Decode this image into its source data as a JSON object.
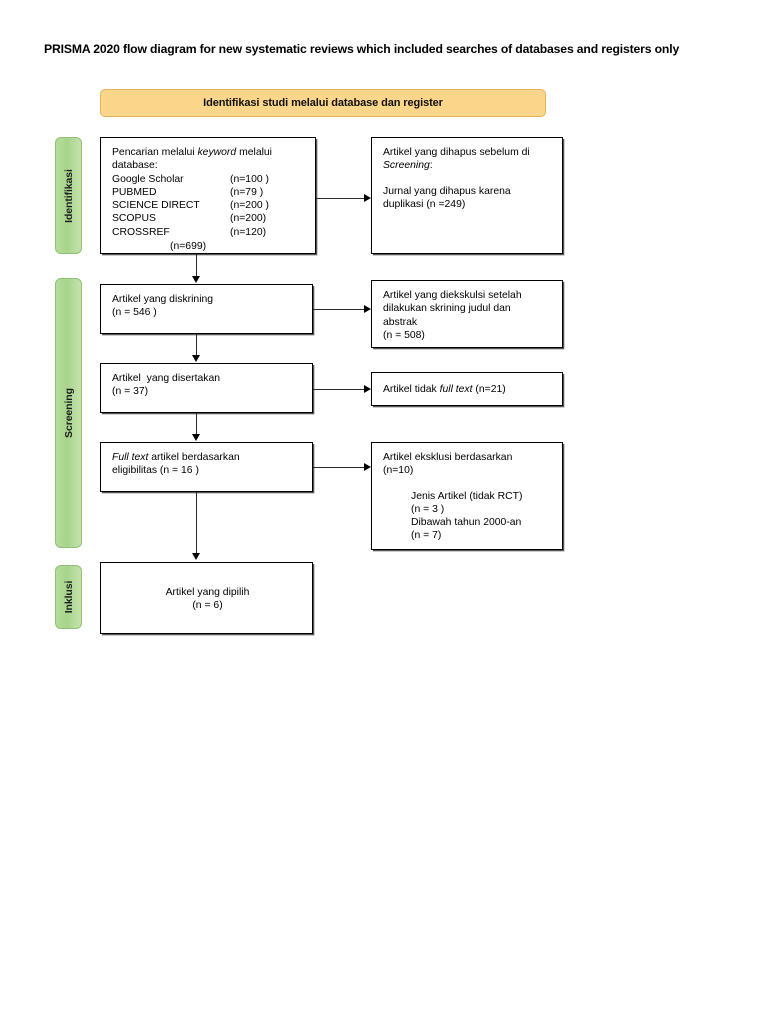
{
  "page": {
    "title": "PRISMA 2020 flow diagram for new systematic reviews which included searches of databases and registers only"
  },
  "banner": {
    "label": "Identifikasi studi melalui database dan register",
    "fill_color": "#fbd589",
    "border_color": "#e3b45c"
  },
  "stages": [
    {
      "name": "identifikasi",
      "label": "Identifikasi",
      "color": "#a8d48c"
    },
    {
      "name": "screening",
      "label": "Screening",
      "color": "#a8d48c"
    },
    {
      "name": "inklusi",
      "label": "Inklusi",
      "color": "#a8d48c"
    }
  ],
  "identification_box": {
    "heading_line1_a": "Pencarian melalui ",
    "heading_line1_italic": "keyword",
    "heading_line1_b": " melalui",
    "heading_line2": "database:",
    "databases": [
      {
        "name": "Google Scholar",
        "count": "(n=100 )"
      },
      {
        "name": "PUBMED",
        "count": "(n=79  )"
      },
      {
        "name": "SCIENCE DIRECT",
        "count": "(n=200 )"
      },
      {
        "name": "SCOPUS",
        "count": "(n=200)"
      },
      {
        "name": "CROSSREF",
        "count": "(n=120)"
      }
    ],
    "total": "(n=699)"
  },
  "removed_box": {
    "line1": "Artikel yang dihapus sebelum di",
    "line2_italic": "Screening",
    "line2_suffix": ":",
    "line3": "Jurnal yang dihapus karena",
    "line4": "duplikasi (n =249)"
  },
  "screened_box": {
    "line1": "Artikel yang diskrining",
    "line2": "(n = 546 )"
  },
  "excluded_screen_box": {
    "line1": "Artikel yang diekskulsi setelah",
    "line2": "dilakukan skrining judul dan",
    "line3": "abstrak",
    "line4": "(n = 508)"
  },
  "included_retrieval_box": {
    "line1": "Artikel  yang disertakan",
    "line2": "(n = 37)"
  },
  "no_fulltext_box": {
    "prefix": "Artikel tidak ",
    "italic": "full text",
    "suffix": " (n=21)"
  },
  "eligibility_box": {
    "line1_italic": "Full text",
    "line1_rest": " artikel berdasarkan",
    "line2": "eligibilitas (n = 16 )"
  },
  "excluded_eligibility_box": {
    "line1": "Artikel eksklusi berdasarkan",
    "line2": "(n=10)",
    "reason1": "Jenis Artikel (tidak RCT)",
    "reason1_n": "(n = 3 )",
    "reason2": "Dibawah tahun 2000-an",
    "reason2_n": "(n = 7)"
  },
  "final_box": {
    "line1": "Artikel yang dipilih",
    "line2": "(n = 6)"
  }
}
